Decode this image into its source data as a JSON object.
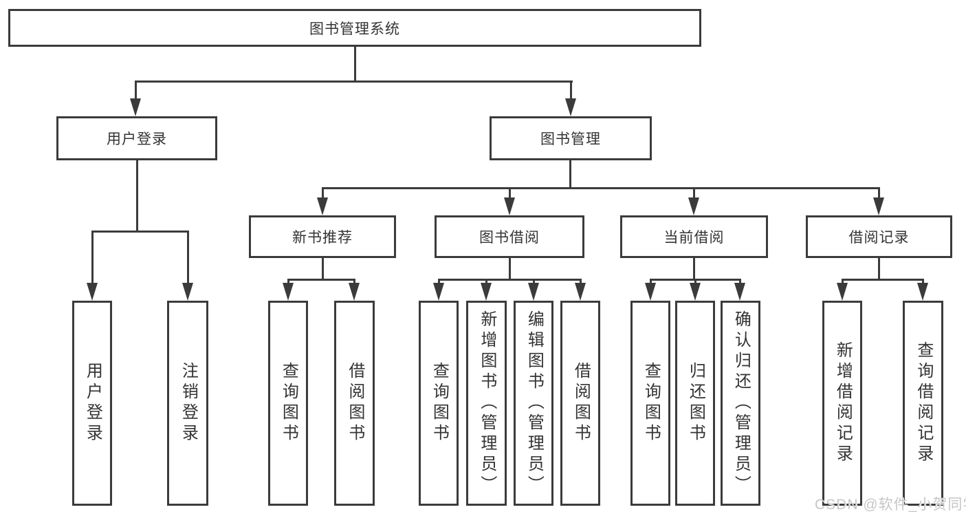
{
  "diagram": {
    "root": {
      "label": "图书管理系统"
    },
    "branches": [
      {
        "label": "用户登录",
        "children": [
          {
            "label": "用户登录"
          },
          {
            "label": "注销登录"
          }
        ]
      },
      {
        "label": "图书管理",
        "children": [
          {
            "label": "新书推荐",
            "children": [
              {
                "label": "查询图书"
              },
              {
                "label": "借阅图书"
              }
            ]
          },
          {
            "label": "图书借阅",
            "children": [
              {
                "label": "查询图书"
              },
              {
                "label": "新增图书（管理员）"
              },
              {
                "label": "编辑图书（管理员）"
              },
              {
                "label": "借阅图书"
              }
            ]
          },
          {
            "label": "当前借阅",
            "children": [
              {
                "label": "查询图书"
              },
              {
                "label": "归还图书"
              },
              {
                "label": "确认归还（管理员）"
              }
            ]
          },
          {
            "label": "借阅记录",
            "children": [
              {
                "label": "新增借阅记录"
              },
              {
                "label": "查询借阅记录"
              }
            ]
          }
        ]
      }
    ]
  },
  "watermark": {
    "text": "CSDN @软件_小贺同学"
  },
  "colors": {
    "line": "#3b3b3b",
    "text": "#333333",
    "watermark": "#c6c6c6",
    "background": "#ffffff"
  }
}
